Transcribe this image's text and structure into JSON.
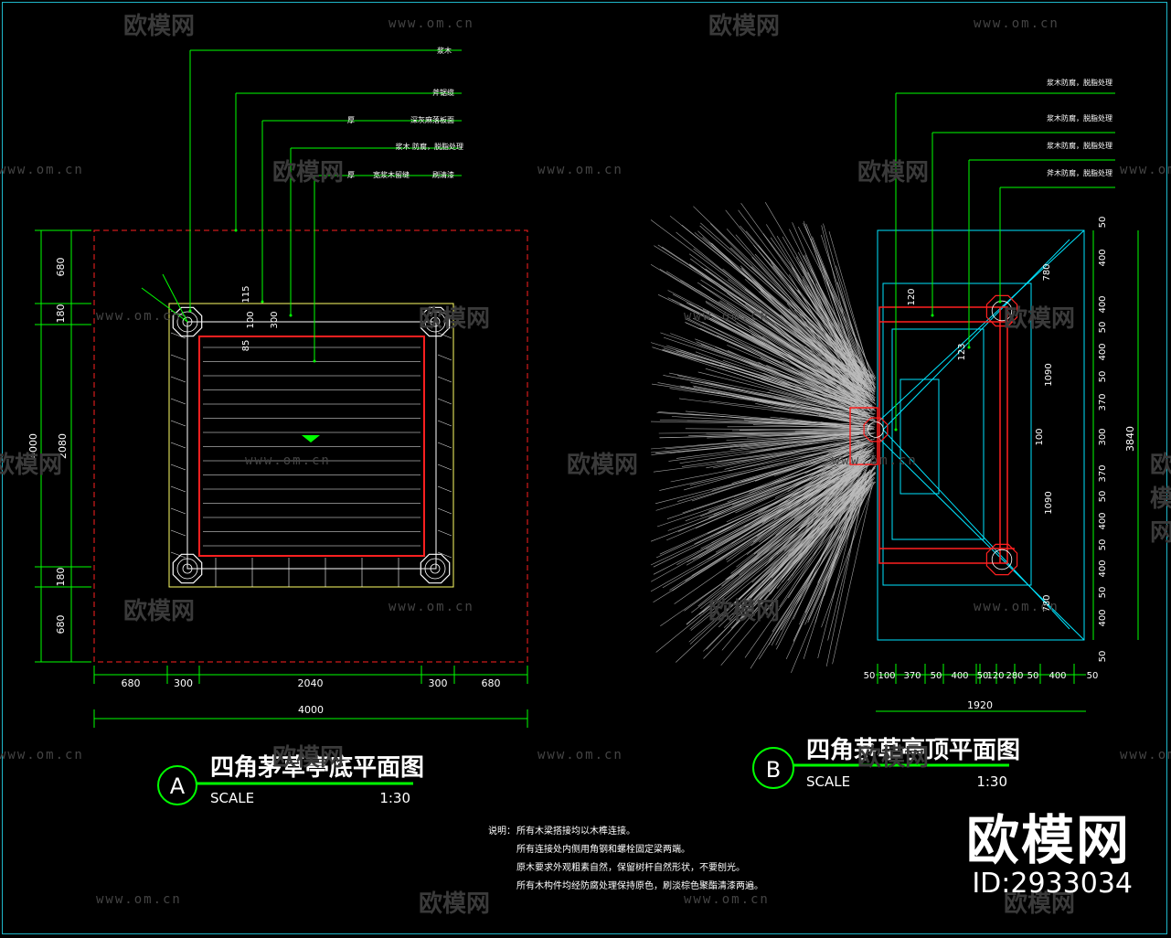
{
  "drawing_a": {
    "title": "四角茅草亭底平面图",
    "badge": "A",
    "scale_label": "SCALE",
    "scale_value": "1:30",
    "callouts": [
      "浆木",
      "斧锯缆",
      "厚",
      "深灰麻落板面",
      "浆木 防腐，脱脂处理",
      "厚",
      "宽浆木留缝",
      "刷清漆"
    ],
    "dims_bottom": [
      "680",
      "300",
      "2040",
      "300",
      "680"
    ],
    "dim_total": "4000",
    "dims_left": [
      "680",
      "180",
      "180",
      "680"
    ],
    "dims_left_total": [
      "4000",
      "2080"
    ],
    "dims_inner": [
      "115",
      "85",
      "100",
      "300"
    ]
  },
  "drawing_b": {
    "title": "四角茅草亭顶平面图",
    "badge": "B",
    "scale_label": "SCALE",
    "scale_value": "1:30",
    "callouts": [
      "浆木防腐，脱脂处理",
      "浆木防腐，脱脂处理",
      "浆木防腐，脱脂处理",
      "斧木防腐，脱脂处理"
    ],
    "dims_bottom": [
      "50",
      "100",
      "370",
      "50",
      "400",
      "50",
      "120",
      "280",
      "50",
      "400",
      "50"
    ],
    "dim_total": "1920",
    "dims_right": [
      "50",
      "400",
      "400",
      "50",
      "400",
      "50",
      "370",
      "300",
      "370",
      "50",
      "400",
      "50",
      "400",
      "50",
      "400",
      "50"
    ],
    "dims_inner": [
      "1090",
      "1090",
      "120",
      "780",
      "780",
      "100",
      "123"
    ],
    "dim_right_total": "3840"
  },
  "notes": {
    "label": "说明：",
    "lines": [
      "所有木梁搭接均以木榫连接。",
      "所有连接处内侧用角钢和螺栓固定梁两端。",
      "原木要求外观粗素自然，保留树杆自然形状，不要刨光。",
      "所有木构件均经防腐处理保持原色，刷淡棕色聚酯清漆两遍。"
    ]
  },
  "watermarks": {
    "site": "www.om.cn",
    "logo": "欧模网",
    "big": "欧模网",
    "id": "ID:2933034"
  },
  "colors": {
    "background": "#000000",
    "green": "#00ff00",
    "red": "#ff2020",
    "cyan": "#00e5ff",
    "white": "#ffffff",
    "yellow": "#ffff66",
    "frame": "#1fb6c9"
  }
}
